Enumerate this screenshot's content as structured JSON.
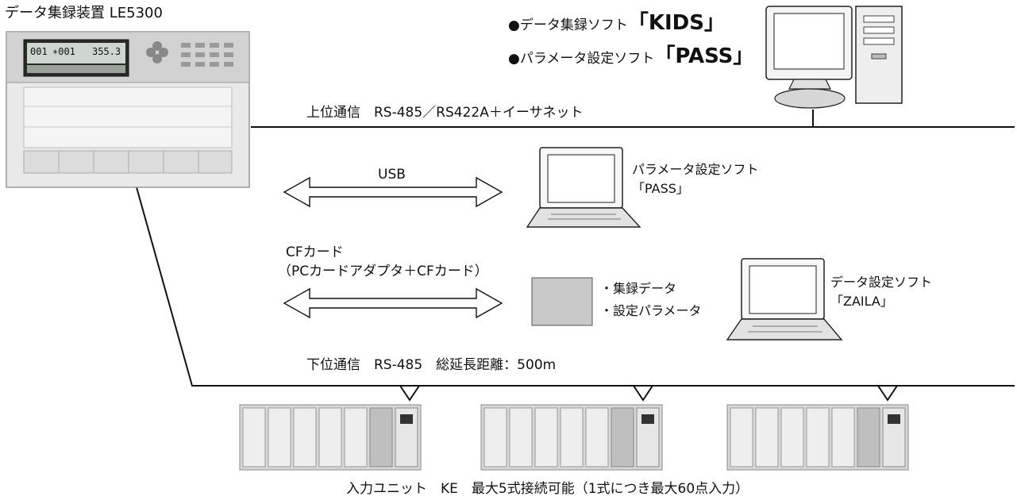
{
  "device": {
    "title": "データ集録装置 LE5300",
    "lcd_ch": "001",
    "lcd_no": "∗001",
    "lcd_val": "355.3"
  },
  "software_top": {
    "kids_prefix": "●データ集録ソフト",
    "kids_name": "「KIDS」",
    "pass_prefix": "●パラメータ設定ソフト",
    "pass_name": "「PASS」"
  },
  "upper_comm": "上位通信　RS-485／RS422A＋イーサネット",
  "usb": {
    "label": "USB",
    "soft_line1": "パラメータ設定ソフト",
    "soft_line2": "「PASS」"
  },
  "cf": {
    "label_line1": "CFカード",
    "label_line2": "（PCカードアダプタ＋CFカード）",
    "item1": "・集録データ",
    "item2": "・設定パラメータ",
    "soft_line1": "データ設定ソフト",
    "soft_line2": "「ZAILA」"
  },
  "lower_comm": "下位通信　RS-485　総延長距離：500m",
  "input_unit": "入力ユニット　KE　最大5式接続可能（1式につき最大60点入力）"
}
